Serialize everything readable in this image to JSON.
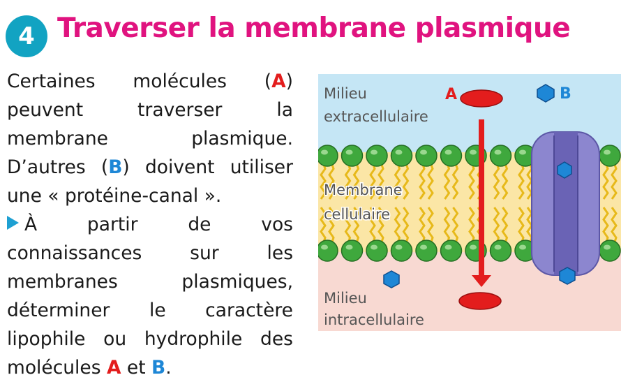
{
  "header": {
    "number": "4",
    "title": "Traverser la membrane plasmique"
  },
  "text": {
    "p1_part1": "Certaines molécules (",
    "p1_a": "A",
    "p1_part2": ") peuvent traverser la membrane plasmique. D’autres (",
    "p1_b": "B",
    "p1_part3": ") doivent utiliser une « protéine-canal ».",
    "p2_part1": "À partir de vos connaissances sur les membranes plasmiques, déterminer le caractère lipophile ou hydrophile des molécules ",
    "p2_a": "A",
    "p2_mid": " et ",
    "p2_b": "B",
    "p2_end": "."
  },
  "figure": {
    "label_extra_line1": "Milieu",
    "label_extra_line2": "extracellulaire",
    "label_membrane_line1": "Membrane",
    "label_membrane_line2": "cellulaire",
    "label_intra_line1": "Milieu",
    "label_intra_line2": "intracellulaire",
    "label_a": "A",
    "label_b": "B"
  },
  "colors": {
    "badge": "#12a3c2",
    "title": "#e0137f",
    "molecule_a": "#e31d1d",
    "molecule_b": "#1e87d6",
    "extracellular": "#c5e6f5",
    "intracellular": "#f8d9d2",
    "membrane_core": "#fbe6a6",
    "phospholipid_head": "#3fa83d",
    "channel_protein": "#8c86cf"
  }
}
